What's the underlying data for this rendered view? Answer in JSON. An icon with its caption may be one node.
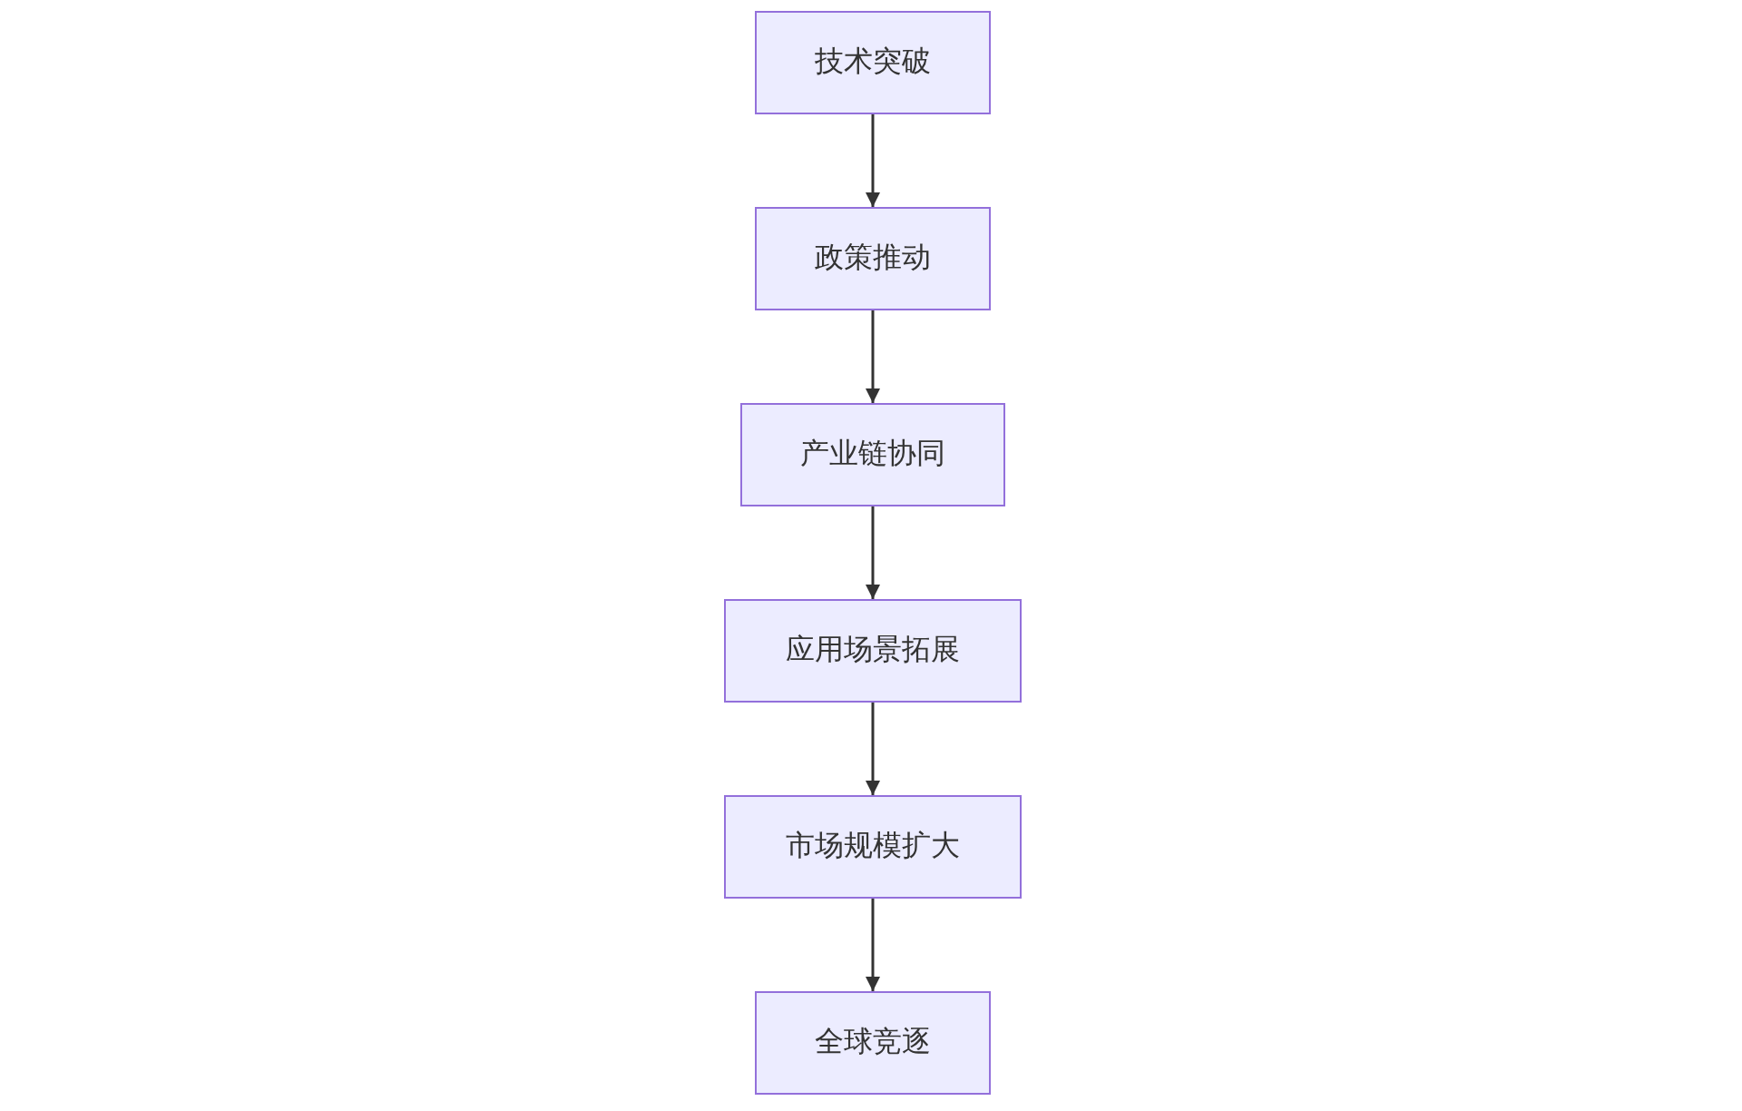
{
  "diagram": {
    "nodes": [
      {
        "text": [
          "技术突破"
        ]
      },
      {
        "text": [
          "政策推动"
        ]
      },
      {
        "text": [
          "产业链协同"
        ]
      },
      {
        "text": [
          "应用场景拓展"
        ]
      },
      {
        "text": [
          "市场规模扩大"
        ]
      },
      {
        "text": [
          "全球竞逐"
        ]
      }
    ],
    "edges": [
      {
        "from": 0,
        "to": 1,
        "arrow": "to"
      },
      {
        "from": 1,
        "to": 2,
        "arrow": "to"
      },
      {
        "from": 2,
        "to": 3,
        "arrow": "to"
      },
      {
        "from": 3,
        "to": 4,
        "arrow": "to"
      },
      {
        "from": 4,
        "to": 5,
        "arrow": "to"
      }
    ]
  }
}
